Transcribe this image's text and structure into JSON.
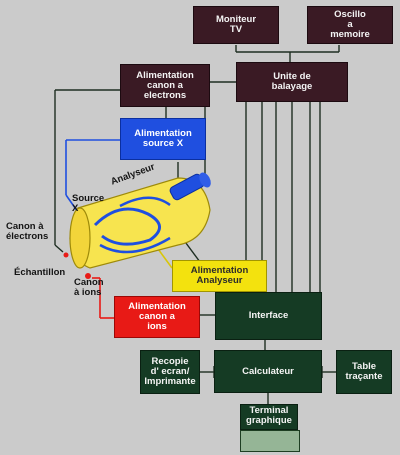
{
  "boxes": {
    "moniteur_tv": "Moniteur\nTV",
    "oscillo": "Oscillo\na\nmemoire",
    "unite_balayage": "Unite de\nbalayage",
    "alim_canon_electrons": "Alimentation\ncanon a\nelectrons",
    "alim_source_x": "Alimentation\nsource X",
    "alim_analyseur": "Alimentation\nAnalyseur",
    "alim_canon_ions": "Alimentation\ncanon a\nions",
    "interface": "Interface",
    "recopie": "Recopie\nd' ecran/\nImprimante",
    "calculateur": "Calculateur",
    "table_tracante": "Table\ntraçante",
    "terminal": "Terminal\ngraphique"
  },
  "labels": {
    "analyseur": "Analyseur",
    "source_x": "Source\nX",
    "canon_electrons": "Canon à\nélectrons",
    "echantillon": "Échantillon",
    "canon_ions": "Canon\nà ions"
  },
  "colors": {
    "dark_box": "#3a1a24",
    "green_box": "#153b24",
    "blue_box": "#1f4fe0",
    "yellow_box": "#f3e20e",
    "red_box": "#e81a16",
    "wire": "#1e2e22"
  }
}
